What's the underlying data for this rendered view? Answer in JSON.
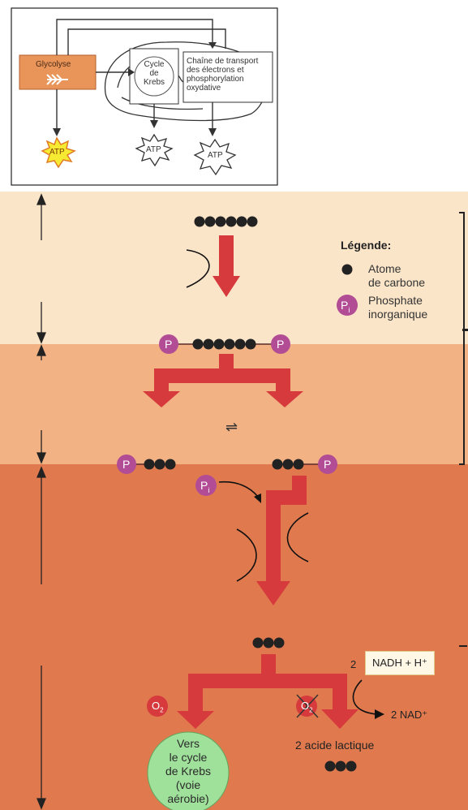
{
  "inset": {
    "glycolysis_label": "Glycolyse",
    "krebs_label_line1": "Cycle",
    "krebs_label_line2": "de",
    "krebs_label_line3": "Krebs",
    "etc_line1": "Chaîne de transport",
    "etc_line2": "des électrons et",
    "etc_line3": "phosphorylation",
    "etc_line4": "oxydative",
    "atp_label": "ATP"
  },
  "legend": {
    "title": "Légende:",
    "carbon_line1": "Atome",
    "carbon_line2": "de carbone",
    "phosphate_symbol": "P",
    "phosphate_subscript": "i",
    "phosphate_line1": "Phosphate",
    "phosphate_line2": "inorganique"
  },
  "molecules": {
    "phosphate_symbol": "P",
    "pi_symbol": "P",
    "pi_subscript": "i",
    "equilibrium_symbol": "⇌"
  },
  "products": {
    "nadh_coef": "2",
    "nadh_label": "NADH + H⁺",
    "nad_label": "2 NAD⁺",
    "o2_symbol": "O",
    "o2_subscript": "2",
    "lactic_acid": "2 acide lactique",
    "krebs_line1": "Vers",
    "krebs_line2": "le cycle",
    "krebs_line3": "de Krebs",
    "krebs_line4": "(voie",
    "krebs_line5": "aérobie)"
  },
  "colors": {
    "band1": "#fbe5c9",
    "band2": "#f2b283",
    "band3": "#e07a4e",
    "arrow": "#d63a3d",
    "phosphate": "#b24c95",
    "krebs_circle": "#9fe09a"
  }
}
